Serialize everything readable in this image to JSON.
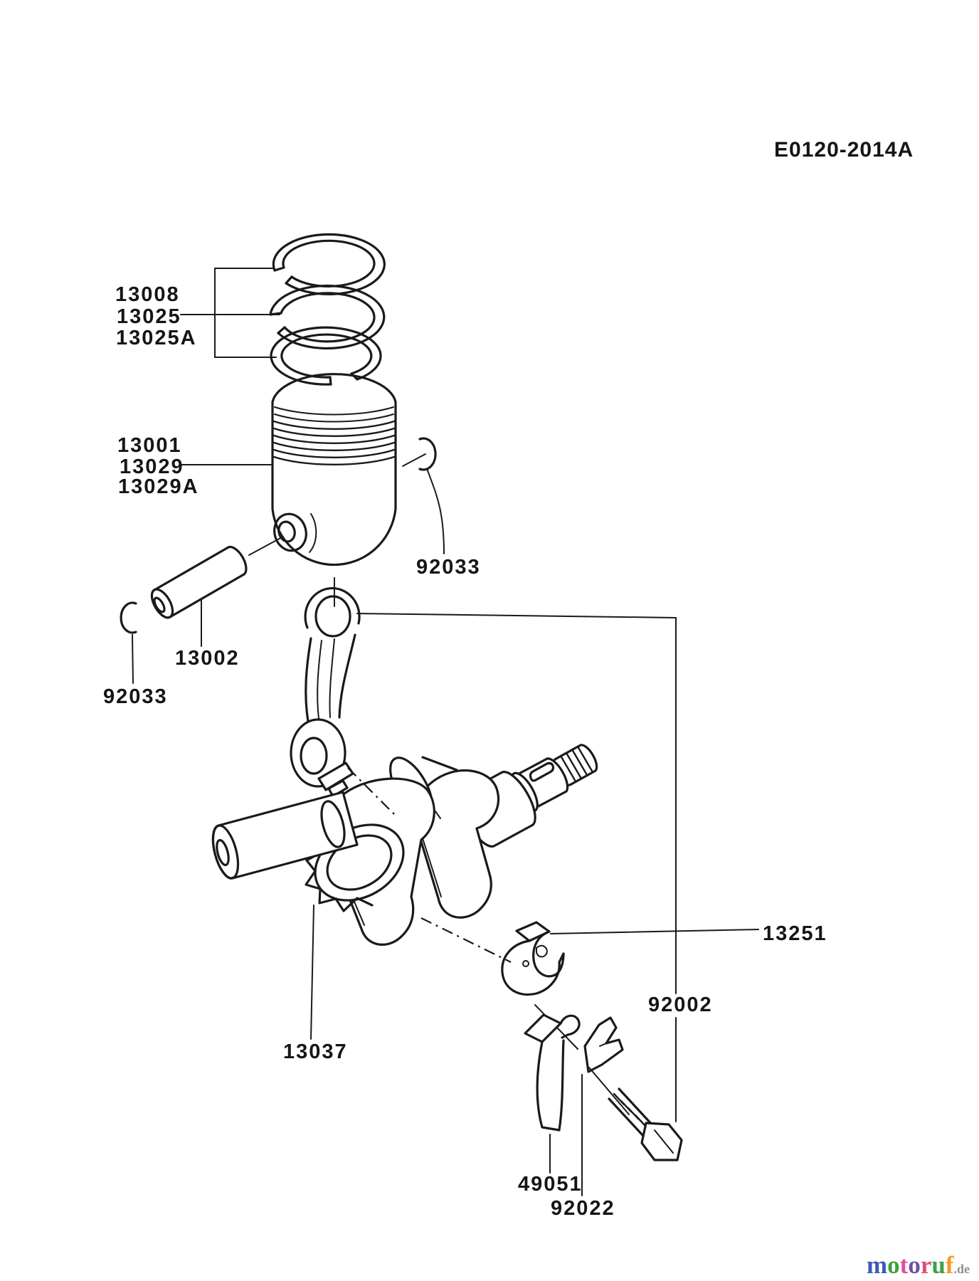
{
  "drawing_code": "E0120-2014A",
  "page": {
    "background": "#ffffff",
    "line_color": "#1a1a1a"
  },
  "part_labels": {
    "ring_set_1": "13008",
    "ring_set_2": "13025",
    "ring_set_3": "13025A",
    "piston_1": "13001",
    "piston_2": "13029",
    "piston_3": "13029A",
    "circlip_right": "92033",
    "piston_pin": "13002",
    "circlip_left": "92033",
    "bearing_upper": "13251",
    "rod_bolt": "92002",
    "crankshaft": "13037",
    "oil_dipper": "49051",
    "washer": "92022"
  },
  "watermark": {
    "letters": [
      {
        "ch": "m",
        "color": "#3b5bb5"
      },
      {
        "ch": "o",
        "color": "#3fa03c"
      },
      {
        "ch": "t",
        "color": "#e0519c"
      },
      {
        "ch": "o",
        "color": "#6f4fa0"
      },
      {
        "ch": "r",
        "color": "#dd4d78"
      },
      {
        "ch": "u",
        "color": "#3fa04c"
      },
      {
        "ch": "f",
        "color": "#f09c28"
      }
    ],
    "suffix": ".de",
    "suffix_color": "#909090"
  }
}
